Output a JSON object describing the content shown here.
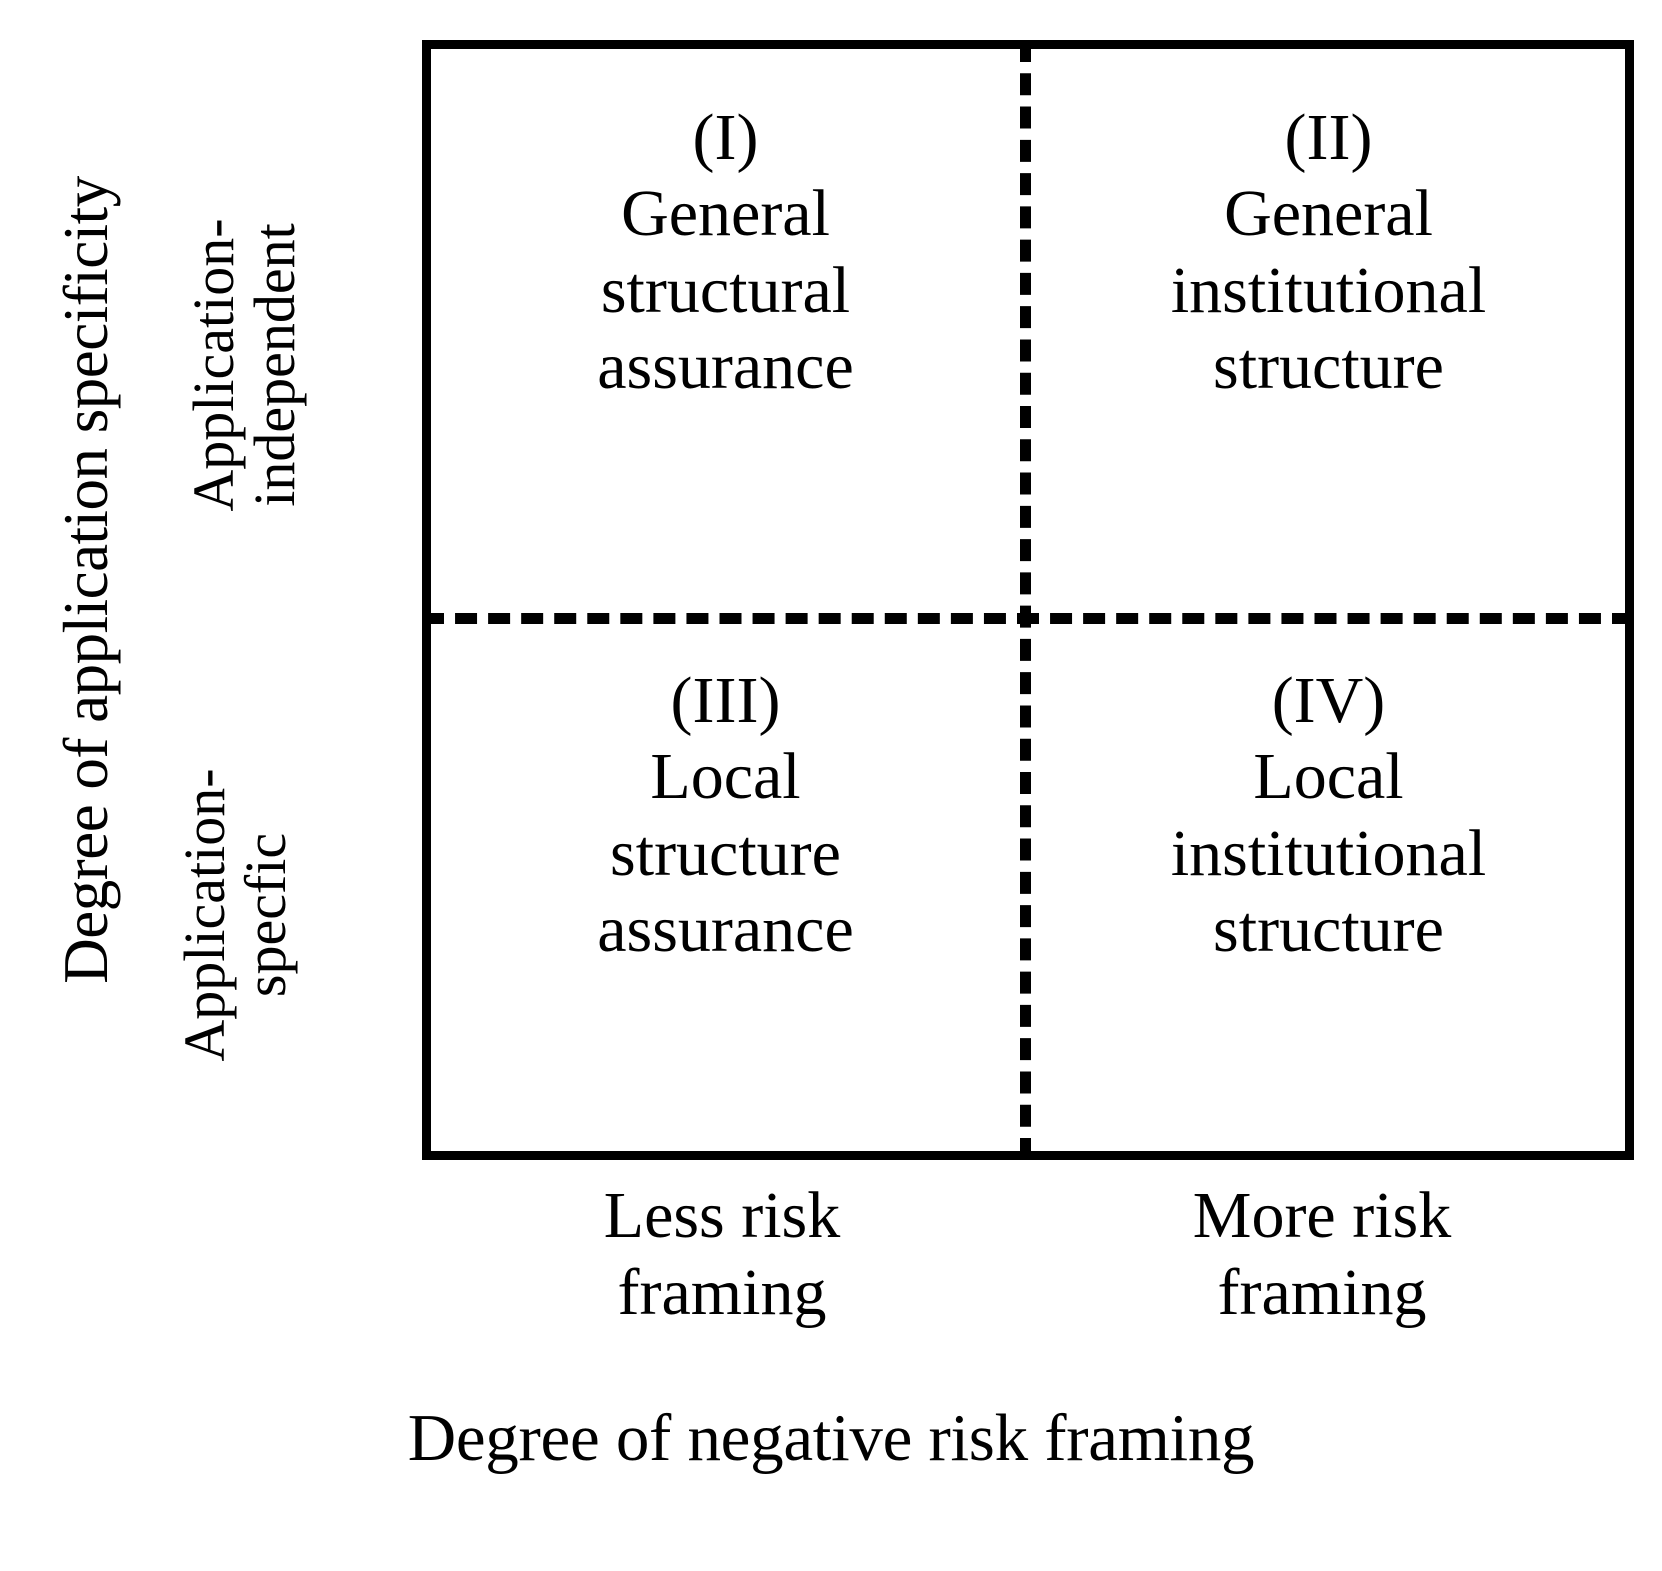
{
  "figure": {
    "type": "2x2-matrix",
    "background_color": "#ffffff",
    "line_color": "#000000"
  },
  "axes": {
    "y_title": "Degree of application specificity",
    "x_title": "Degree of negative risk framing",
    "y_categories": [
      {
        "line1": "Application-",
        "line2": "independent"
      },
      {
        "line1": "Application-",
        "line2": "specfic"
      }
    ],
    "x_categories": [
      {
        "line1": "Less risk",
        "line2": "framing"
      },
      {
        "line1": "More risk",
        "line2": "framing"
      }
    ]
  },
  "quadrants": [
    {
      "id": "I",
      "roman": "(I)",
      "lines": [
        "General",
        "structural",
        "assurance"
      ],
      "row": "Application-independent",
      "col": "Less risk framing"
    },
    {
      "id": "II",
      "roman": "(II)",
      "lines": [
        "General",
        "institutional",
        "structure"
      ],
      "row": "Application-independent",
      "col": "More risk framing"
    },
    {
      "id": "III",
      "roman": "(III)",
      "lines": [
        "Local",
        "structure",
        "assurance"
      ],
      "row": "Application-specfic",
      "col": "Less risk framing"
    },
    {
      "id": "IV",
      "roman": "(IV)",
      "lines": [
        "Local",
        "institutional",
        "structure"
      ],
      "row": "Application-specfic",
      "col": "More risk framing"
    }
  ],
  "chart_data": {
    "type": "table",
    "title": "",
    "xlabel": "Degree of negative risk framing",
    "ylabel": "Degree of application specificity",
    "grid": false,
    "legend": "none",
    "columns": [
      "Less risk framing",
      "More risk framing"
    ],
    "rows": [
      "Application-independent",
      "Application-specfic"
    ],
    "cells": [
      [
        "(I) General structural assurance",
        "(II) General institutional structure"
      ],
      [
        "(III) Local structure assurance",
        "(IV) Local institutional structure"
      ]
    ]
  }
}
